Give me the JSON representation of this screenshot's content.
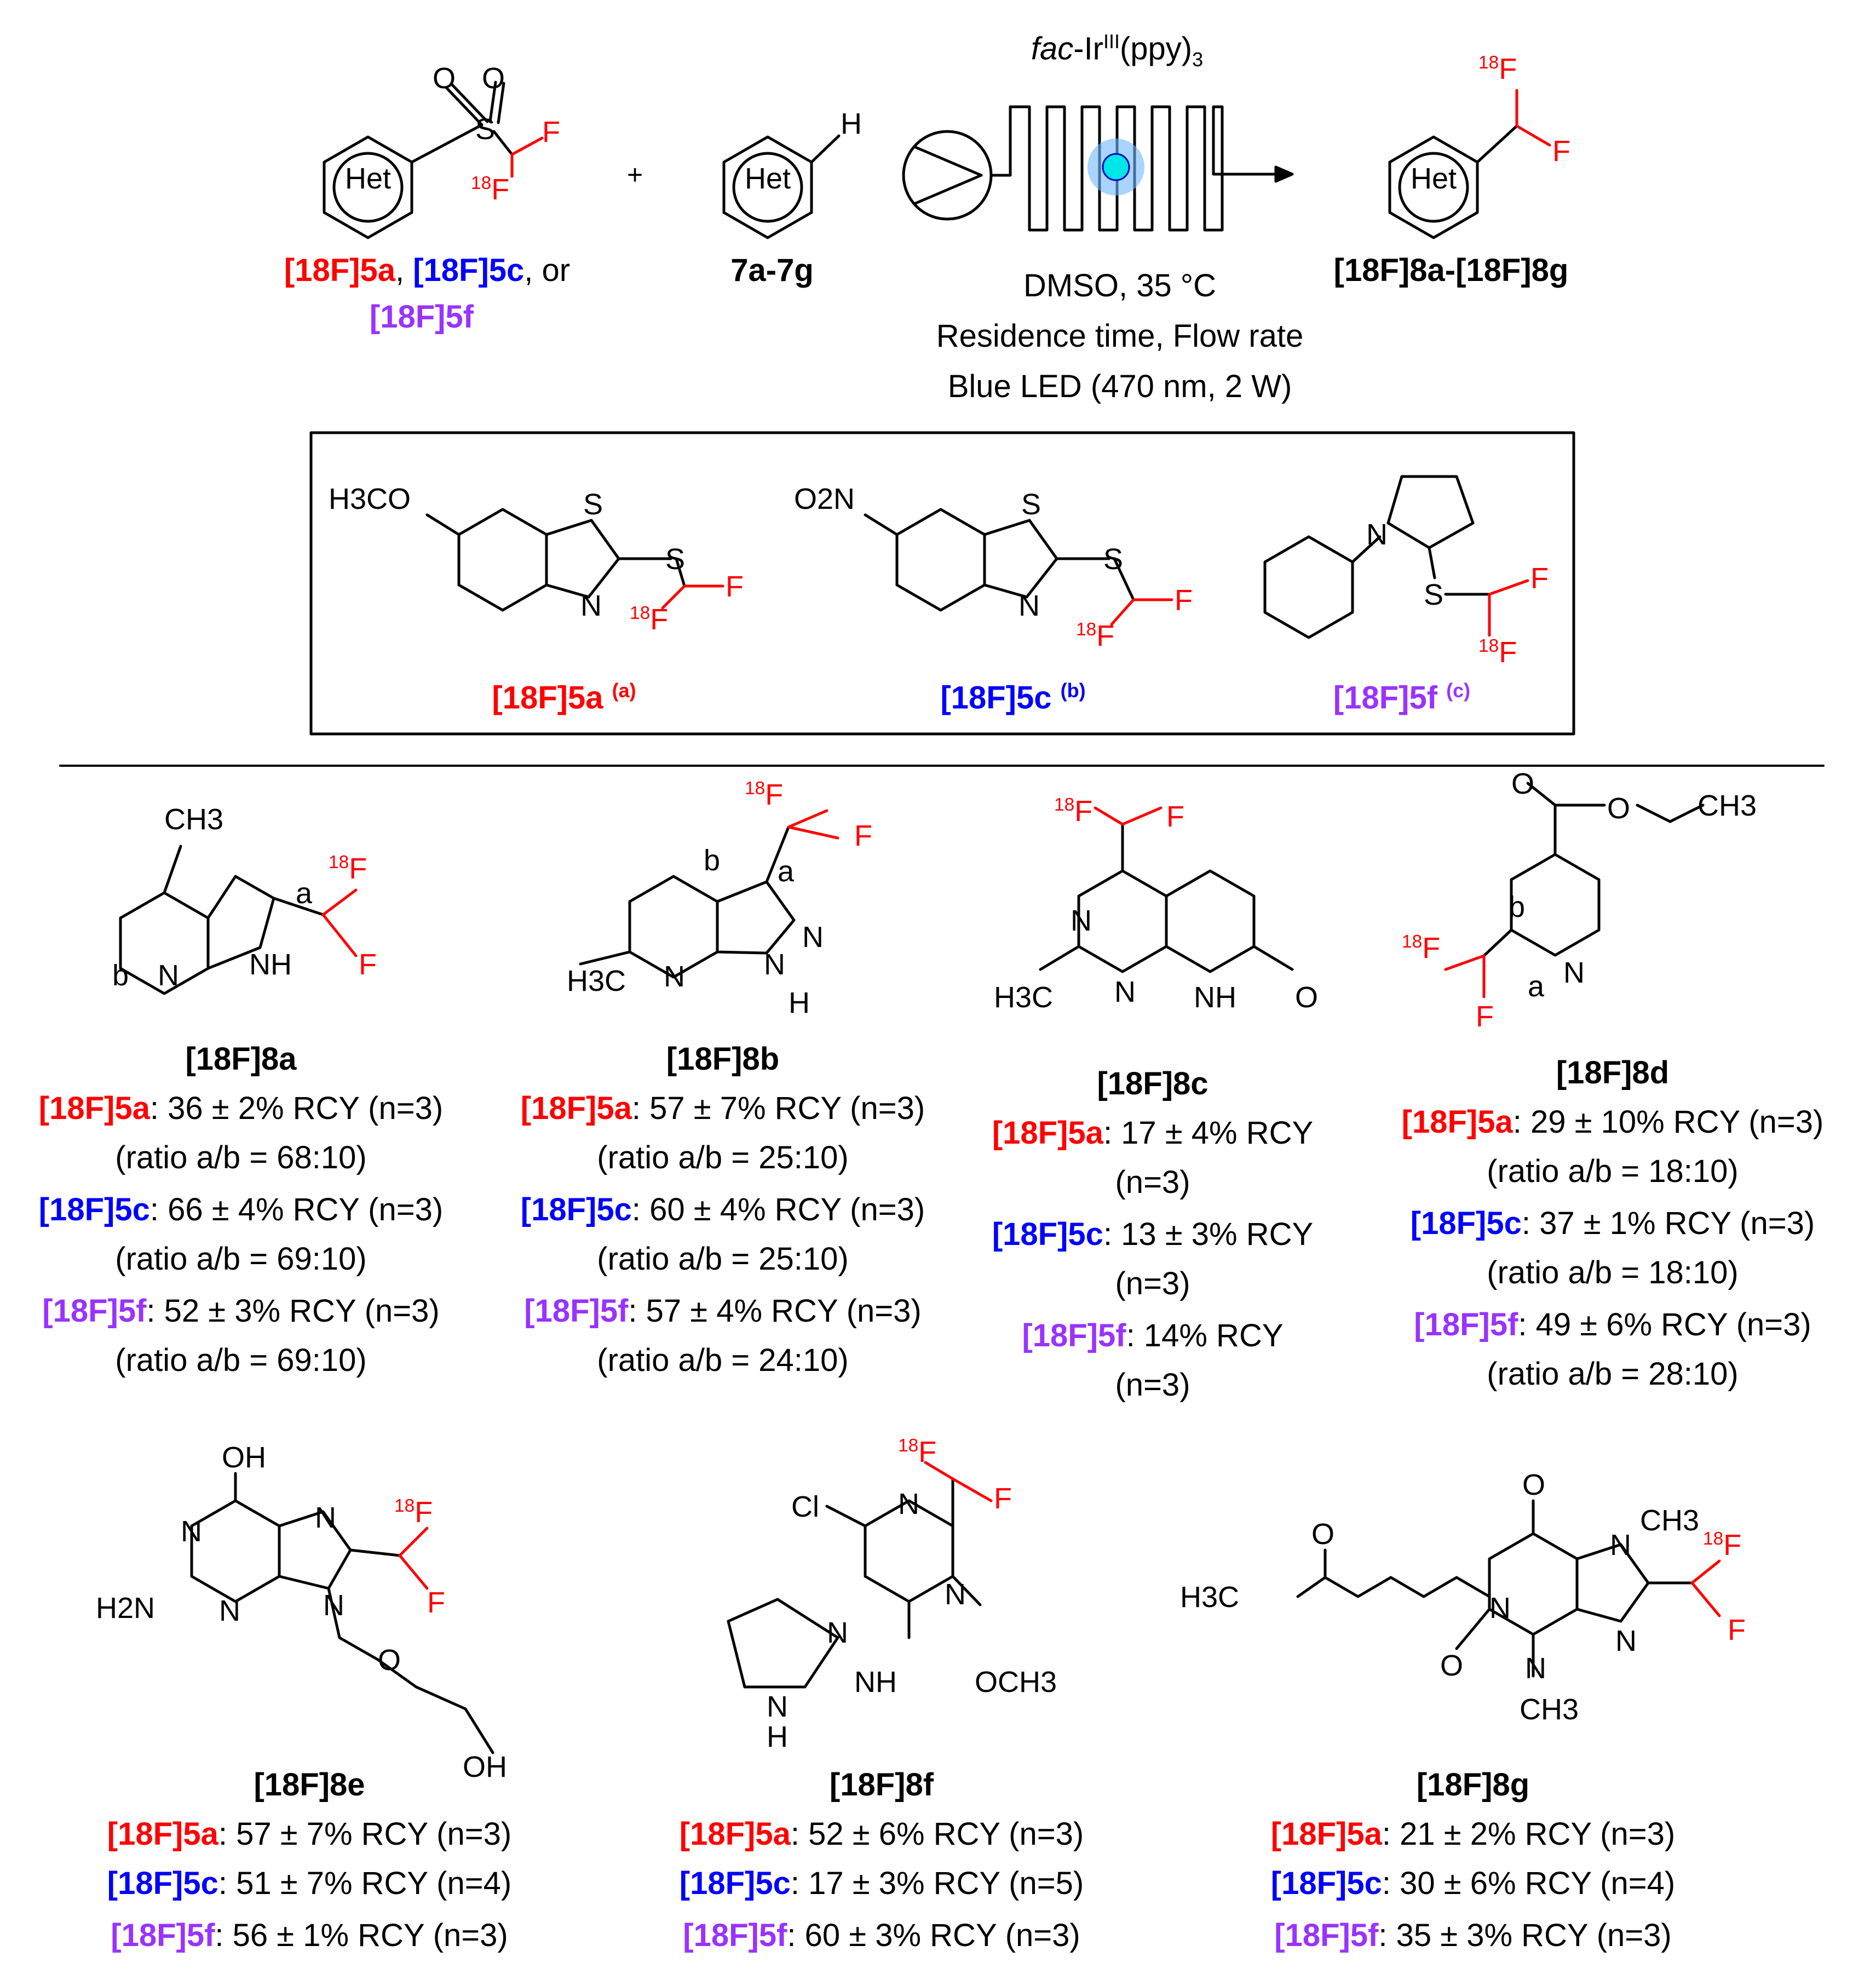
{
  "colors": {
    "red": "#ff0000",
    "blue": "#0000ff",
    "purple": "#9933ff",
    "black": "#000000"
  },
  "scheme": {
    "catalyst_prefix": "fac",
    "catalyst_main": "-Ir",
    "catalyst_ox": "III",
    "catalyst_suffix": "(ppy)",
    "catalyst_sub": "3",
    "conditions": [
      "DMSO, 35 °C",
      "Residence time, Flow rate",
      "Blue LED (470 nm, 2 W)"
    ],
    "plus": "+",
    "het": "Het",
    "reagent_a": "[18F]5a",
    "sep1": ", ",
    "reagent_c": "[18F]5c",
    "sep2": ", or",
    "reagent_f": "[18F]5f",
    "substrates": "7a-7g",
    "product_a": "[18F]8a",
    "product_sep": "-",
    "product_g": "[18F]8g"
  },
  "reagents_box": [
    {
      "label": "[18F]5a",
      "note": "(a)",
      "substituent": "H3CO"
    },
    {
      "label": "[18F]5c",
      "note": "(b)",
      "substituent": "O2N"
    },
    {
      "label": "[18F]5f",
      "note": "(c)",
      "substituent": ""
    }
  ],
  "products": [
    {
      "label": "[18F]8a",
      "results": [
        {
          "reagent": "[18F]5a",
          "text": ": 36 ± 2% RCY (n=3)",
          "ratio": "(ratio a/b = 68:10)"
        },
        {
          "reagent": "[18F]5c",
          "text": ": 66 ± 4% RCY (n=3)",
          "ratio": "(ratio a/b = 69:10)"
        },
        {
          "reagent": "[18F]5f",
          "text": ": 52 ± 3% RCY (n=3)",
          "ratio": "(ratio a/b = 69:10)"
        }
      ]
    },
    {
      "label": "[18F]8b",
      "results": [
        {
          "reagent": "[18F]5a",
          "text": ": 57 ± 7% RCY (n=3)",
          "ratio": "(ratio a/b = 25:10)"
        },
        {
          "reagent": "[18F]5c",
          "text": ": 60 ± 4% RCY (n=3)",
          "ratio": "(ratio a/b = 25:10)"
        },
        {
          "reagent": "[18F]5f",
          "text": ": 57 ± 4% RCY (n=3)",
          "ratio": "(ratio a/b = 24:10)"
        }
      ]
    },
    {
      "label": "[18F]8c",
      "results": [
        {
          "reagent": "[18F]5a",
          "text": ": 17 ± 4% RCY",
          "ratio": "(n=3)"
        },
        {
          "reagent": "[18F]5c",
          "text": ": 13 ± 3% RCY",
          "ratio": "(n=3)"
        },
        {
          "reagent": "[18F]5f",
          "text": ": 14% RCY",
          "ratio": "(n=3)"
        }
      ]
    },
    {
      "label": "[18F]8d",
      "results": [
        {
          "reagent": "[18F]5a",
          "text": ": 29 ± 10% RCY (n=3)",
          "ratio": "(ratio a/b = 18:10)"
        },
        {
          "reagent": "[18F]5c",
          "text": ": 37 ± 1% RCY (n=3)",
          "ratio": "(ratio a/b = 18:10)"
        },
        {
          "reagent": "[18F]5f",
          "text": ": 49 ± 6% RCY (n=3)",
          "ratio": "(ratio a/b = 28:10)"
        }
      ]
    },
    {
      "label": "[18F]8e",
      "results": [
        {
          "reagent": "[18F]5a",
          "text": ": 57 ± 7% RCY (n=3)"
        },
        {
          "reagent": "[18F]5c",
          "text": ": 51 ± 7% RCY (n=4)"
        },
        {
          "reagent": "[18F]5f",
          "text": ": 56 ± 1% RCY (n=3)"
        }
      ]
    },
    {
      "label": "[18F]8f",
      "results": [
        {
          "reagent": "[18F]5a",
          "text": ": 52 ± 6% RCY (n=3)"
        },
        {
          "reagent": "[18F]5c",
          "text": ": 17 ± 3% RCY (n=5)"
        },
        {
          "reagent": "[18F]5f",
          "text": ": 60 ± 3% RCY (n=3)"
        }
      ]
    },
    {
      "label": "[18F]8g",
      "results": [
        {
          "reagent": "[18F]5a",
          "text": ": 21 ± 2% RCY (n=3)"
        },
        {
          "reagent": "[18F]5c",
          "text": ": 30 ± 6% RCY (n=4)"
        },
        {
          "reagent": "[18F]5f",
          "text": ": 35 ± 3% RCY (n=3)"
        }
      ]
    }
  ],
  "atoms": {
    "O": "O",
    "S": "S",
    "F": "F",
    "N": "N",
    "H": "H",
    "NH": "NH",
    "Cl": "Cl",
    "OH": "OH",
    "CH3": "CH3",
    "H3C": "H3C",
    "H2N": "H2N",
    "OCH3": "OCH3",
    "site_a": "a",
    "site_b": "b",
    "iso": "18"
  }
}
